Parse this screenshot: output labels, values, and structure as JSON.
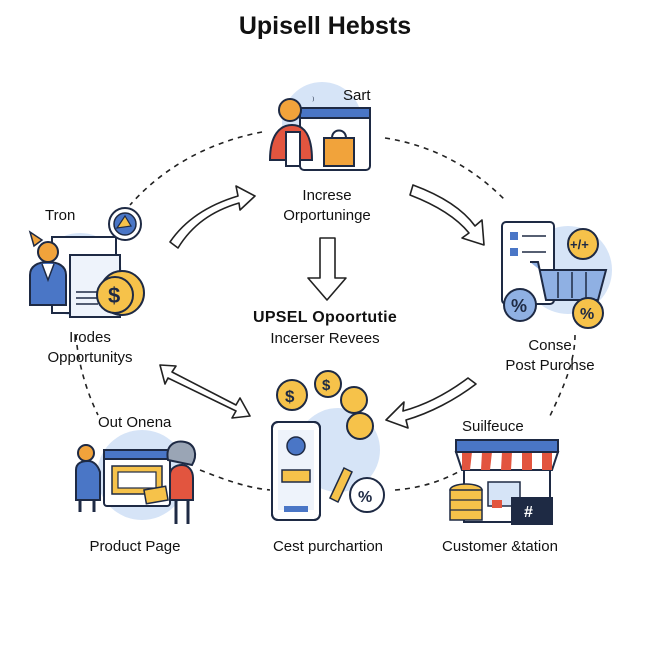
{
  "title": "Upisell Hebsts",
  "center": {
    "line1": "UPSEL Opoortutie",
    "line2": "Incerser Revees"
  },
  "nodes": {
    "top": {
      "tag": "Sart",
      "line1": "Increse",
      "line2": "Orportuninge"
    },
    "upper_left": {
      "tag": "Tron",
      "line1": "Irodes",
      "line2": "Opportunitys"
    },
    "upper_right": {
      "line1": "Conse",
      "line2": "Post Purchse"
    },
    "lower_left": {
      "tag": "Out Onena",
      "label": "Product Page"
    },
    "bottom": {
      "label": "Cest purchartion"
    },
    "lower_right": {
      "tag": "Suilfeuce",
      "label": "Customer &tation"
    }
  },
  "colors": {
    "blue_light": "#d6e4f7",
    "blue": "#4a76c6",
    "orange": "#f1a33b",
    "yellow": "#f6c24a",
    "red": "#e2553f",
    "dark": "#1e2a44"
  },
  "icons": [
    "person-at-laptop-icon",
    "shopping-bag-icon",
    "coin-icon",
    "dollar-icon",
    "shopping-basket-icon",
    "percent-icon",
    "smartphone-icon",
    "storefront-icon",
    "document-icon",
    "people-icon",
    "arrow-icon"
  ]
}
